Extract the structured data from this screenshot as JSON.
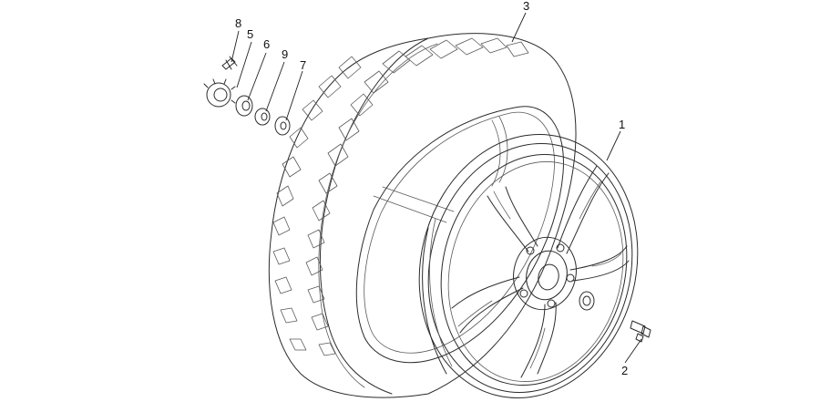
{
  "diagram": {
    "callouts": [
      {
        "id": "1",
        "label": "1"
      },
      {
        "id": "2",
        "label": "2"
      },
      {
        "id": "3",
        "label": "3"
      },
      {
        "id": "5",
        "label": "5"
      },
      {
        "id": "6",
        "label": "6"
      },
      {
        "id": "7",
        "label": "7"
      },
      {
        "id": "8",
        "label": "8"
      },
      {
        "id": "9",
        "label": "9"
      }
    ],
    "line_color": "#2b2b2b",
    "background": "#ffffff"
  }
}
